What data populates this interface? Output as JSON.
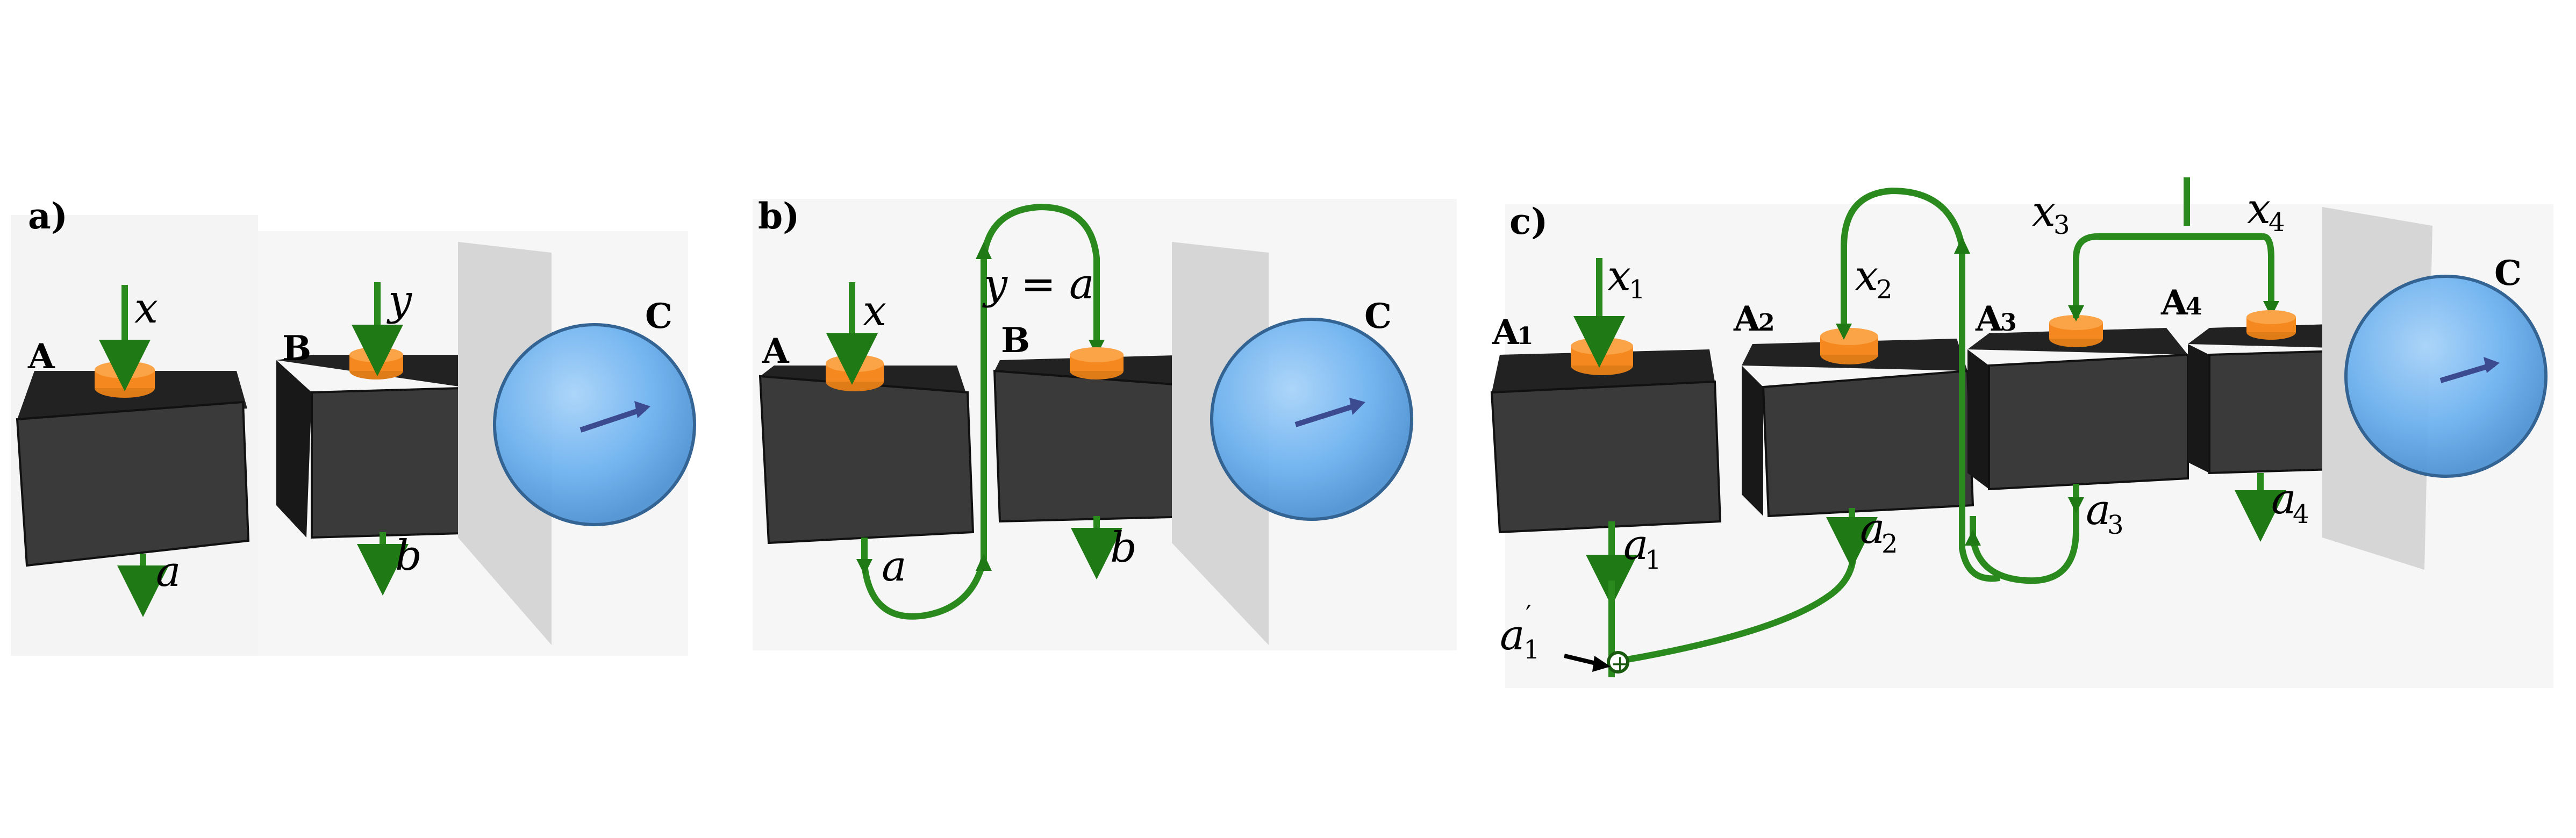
{
  "colors": {
    "box_front": "#3a3a3a",
    "box_top": "#222222",
    "box_side": "#181818",
    "knob": "#f5891f",
    "knob_top": "#fba447",
    "wire": "#2a8a1e",
    "wire_dark": "#145a0e",
    "sphere": "#6fb3f0",
    "sphere_edge": "#2a5d8f",
    "needle": "#3c4a8f",
    "wall": "#d3d3d3",
    "shadow": "#f2f2f2"
  },
  "panels": {
    "a": {
      "label": "a)",
      "boxes": [
        {
          "name": "A",
          "sub": "",
          "in_label": "x",
          "out_label": "a",
          "out_sub": ""
        },
        {
          "name": "B",
          "sub": "",
          "in_label": "y",
          "out_label": "b",
          "out_sub": ""
        }
      ],
      "sphere_label": "C"
    },
    "b": {
      "label": "b)",
      "boxes": [
        {
          "name": "A",
          "sub": "",
          "in_label": "x",
          "out_label": "a",
          "out_sub": ""
        },
        {
          "name": "B",
          "sub": "",
          "in_label": "y = a",
          "out_label": "b",
          "out_sub": ""
        }
      ],
      "sphere_label": "C"
    },
    "c": {
      "label": "c)",
      "boxes": [
        {
          "name": "A",
          "sub": "1",
          "in_label": "x",
          "in_sub": "1",
          "out_label": "a",
          "out_sub": "1"
        },
        {
          "name": "A",
          "sub": "2",
          "in_label": "x",
          "in_sub": "2",
          "out_label": "a",
          "out_sub": "2"
        },
        {
          "name": "A",
          "sub": "3",
          "in_label": "x",
          "in_sub": "3",
          "out_label": "a",
          "out_sub": "3"
        },
        {
          "name": "A",
          "sub": "4",
          "in_label": "x",
          "in_sub": "4",
          "out_label": "a",
          "out_sub": "4"
        }
      ],
      "sphere_label": "C",
      "sum_label": "a",
      "sum_prime": "′",
      "sum_sub": "1",
      "sum_symbol": "+"
    }
  }
}
